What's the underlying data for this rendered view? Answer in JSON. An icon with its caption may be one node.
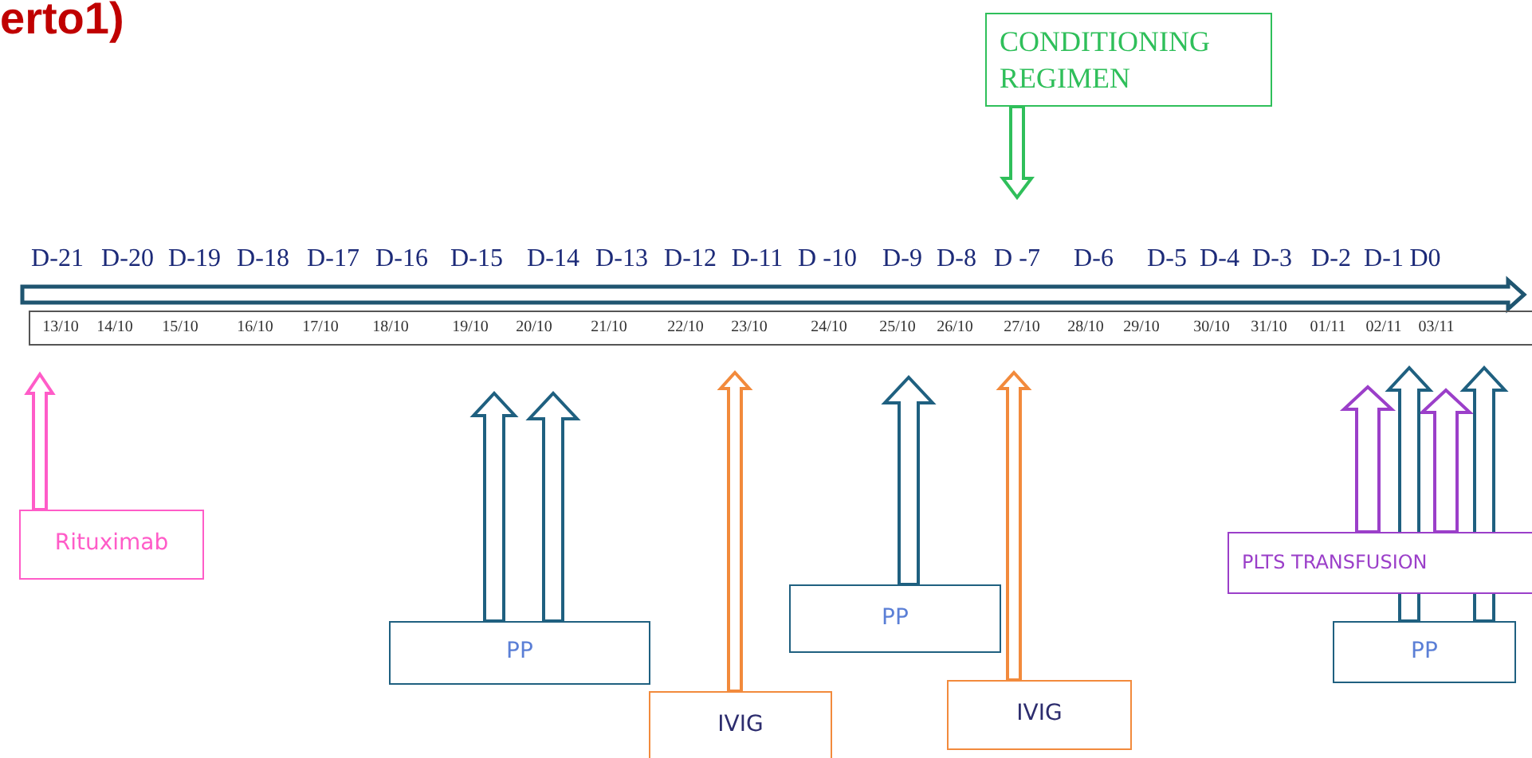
{
  "diagram": {
    "nodes": [
      {
        "text": [
          "CONDITIONING REGIMEN"
        ]
      },
      {
        "text": [
          "Rituximab"
        ]
      },
      {
        "text": [
          "PP"
        ]
      },
      {
        "text": [
          "IVIG"
        ]
      },
      {
        "text": [
          "PP"
        ]
      },
      {
        "text": [
          "IVIG"
        ]
      },
      {
        "text": [
          "PLTS TRANSFUSION"
        ]
      },
      {
        "text": [
          "PP"
        ]
      }
    ],
    "edges": [
      {
        "from": 0,
        "to": null,
        "arrow": "to",
        "color": "#2fbf5a"
      },
      {
        "from": 1,
        "to": null,
        "arrow": "to",
        "color": "#ff5cc8"
      },
      {
        "from": 2,
        "to": null,
        "arrow": "to"
      },
      {
        "from": 2,
        "to": null,
        "arrow": "to"
      },
      {
        "from": 3,
        "to": null,
        "arrow": "to",
        "color": "#f28a3c"
      },
      {
        "from": 4,
        "to": null,
        "arrow": "to"
      },
      {
        "from": 5,
        "to": null,
        "arrow": "to",
        "color": "#f28a3c"
      },
      {
        "from": 6,
        "to": null,
        "arrow": "to",
        "color": "#9b3fc9"
      },
      {
        "from": 6,
        "to": null,
        "arrow": "to",
        "color": "#9b3fc9"
      },
      {
        "from": 7,
        "to": null,
        "arrow": "to"
      },
      {
        "from": 7,
        "to": null,
        "arrow": "to"
      }
    ],
    "labels": [
      "erto1)",
      "D-21",
      "D-20",
      "D-19",
      "D-18",
      "D-17",
      "D-16",
      "D-15",
      "D-14",
      "D-13",
      "D-12",
      "D-11",
      "D -10",
      "D-9",
      "D-8",
      "D -7",
      "D-6",
      "D-5",
      "D-4",
      "D-3",
      "D-2",
      "D-1",
      "D0",
      "13/10",
      "14/10",
      "15/10",
      "16/10",
      "17/10",
      "18/10",
      "19/10",
      "20/10",
      "21/10",
      "22/10",
      "23/10",
      "24/10",
      "25/10",
      "26/10",
      "27/10",
      "28/10",
      "29/10",
      "30/10",
      "31/10",
      "01/11",
      "02/11",
      "03/11"
    ]
  }
}
